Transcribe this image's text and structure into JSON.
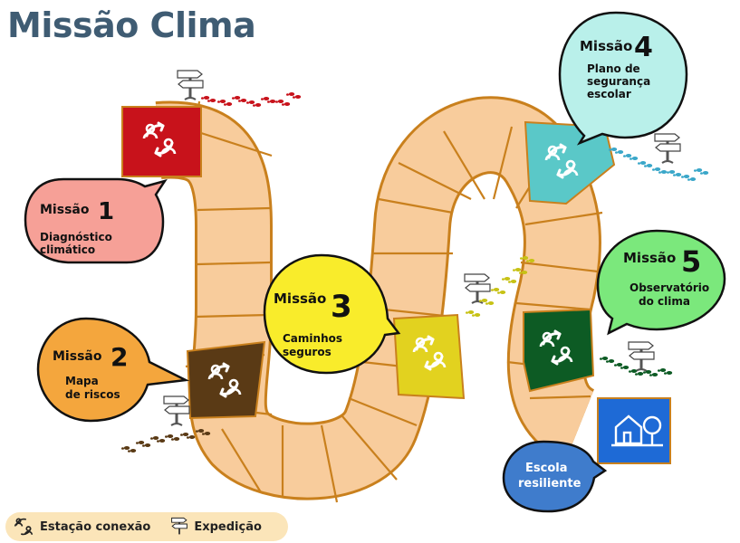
{
  "title": "Missão Clima",
  "missions": [
    {
      "word": "Missão",
      "number": "1",
      "text": [
        "Diagnóstico",
        "climático"
      ]
    },
    {
      "word": "Missão",
      "number": "2",
      "text": [
        "Mapa",
        "de riscos"
      ]
    },
    {
      "word": "Missão",
      "number": "3",
      "text": [
        "Caminhos",
        "seguros"
      ]
    },
    {
      "word": "Missão",
      "number": "4",
      "text": [
        "Plano de",
        "segurança",
        "escolar"
      ]
    },
    {
      "word": "Missão",
      "number": "5",
      "text": [
        "Observatório",
        "do clima"
      ]
    }
  ],
  "final": {
    "text": [
      "Escola",
      "resiliente"
    ]
  },
  "legend": {
    "station": "Estação conexão",
    "expedition": "Expedição"
  },
  "colors": {
    "title": "#3f5c73",
    "track_fill": "#f8cc9c",
    "track_border": "#c9801d",
    "station_1": "#c8121b",
    "station_2": "#5a3a15",
    "station_3": "#e2d21f",
    "station_4": "#5ac8c8",
    "station_5": "#0d5b24",
    "school": "#1e6ad6",
    "bubble_1": "#f6a097",
    "bubble_2": "#f4a63d",
    "bubble_3": "#f9ec2b",
    "bubble_4": "#b9f0ea",
    "bubble_5": "#7be87c",
    "bubble_final": "#3f7ccc"
  },
  "icons": [
    "connection-station-icon",
    "signpost-icon",
    "footprints-icon",
    "school-house-icon"
  ]
}
